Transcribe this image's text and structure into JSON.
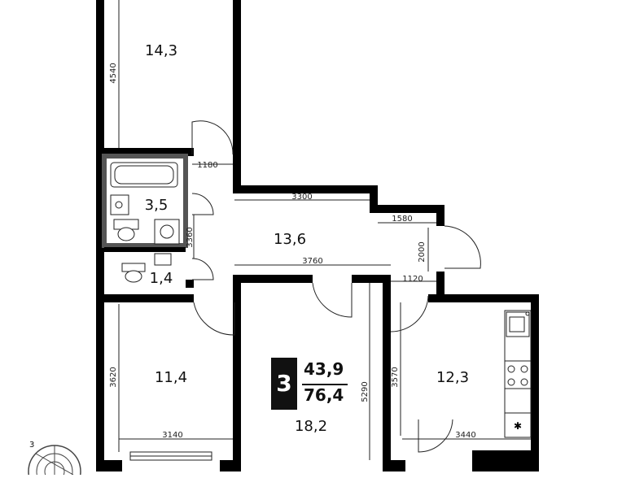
{
  "rooms": [
    {
      "id": "bedroom_top",
      "area": "14,3"
    },
    {
      "id": "bathroom",
      "area": "3,5"
    },
    {
      "id": "hallway",
      "area": "13,6"
    },
    {
      "id": "wc",
      "area": "1,4"
    },
    {
      "id": "bedroom_left",
      "area": "11,4"
    },
    {
      "id": "living",
      "area": "18,2"
    },
    {
      "id": "kitchen",
      "area": "12,3"
    }
  ],
  "dimensions": [
    "4540",
    "1180",
    "3300",
    "1580",
    "3360",
    "2000",
    "3760",
    "1120",
    "3620",
    "3140",
    "5290",
    "3570",
    "3440"
  ],
  "summary": {
    "rooms_count": "3",
    "living_area": "43,9",
    "total_area": "76,4"
  },
  "compass": {
    "label": "3"
  }
}
